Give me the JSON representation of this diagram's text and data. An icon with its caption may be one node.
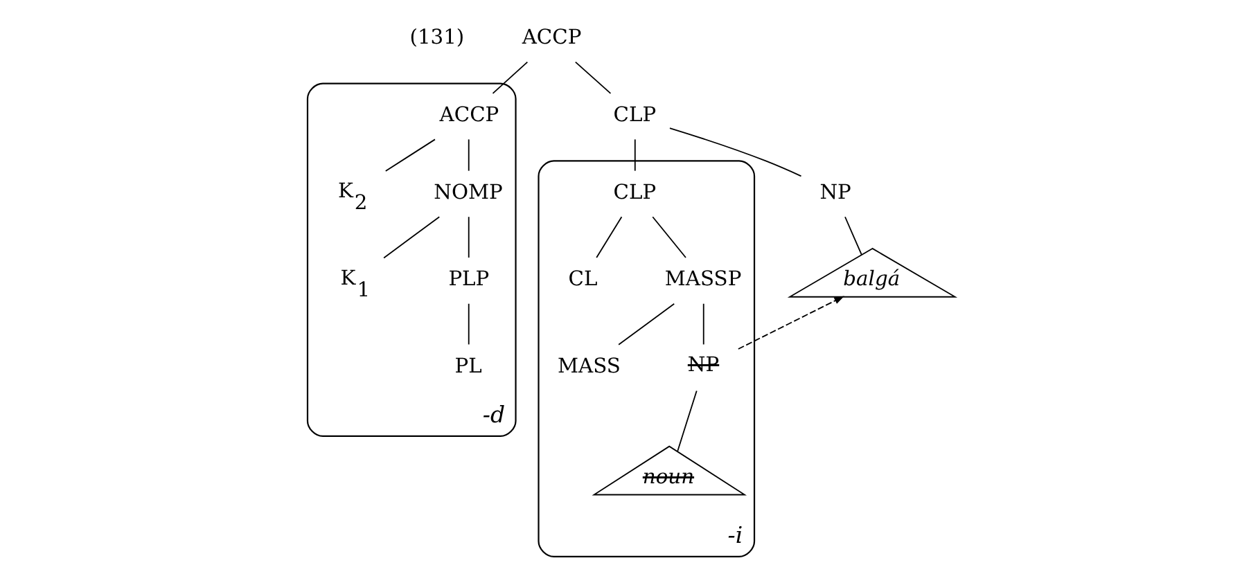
{
  "diagram": {
    "nodes": [
      {
        "text": [
          "ACCP"
        ]
      },
      {
        "text": [
          "CLP"
        ]
      },
      {
        "text": [
          "NP"
        ]
      },
      {
        "text": [
          "balgá"
        ]
      },
      {
        "text": [
          "-i"
        ]
      },
      {
        "text": [
          "CLP"
        ],
        "in": 4
      },
      {
        "text": [
          "CL"
        ],
        "in": 4
      },
      {
        "text": [
          "MASSP"
        ],
        "in": 4
      },
      {
        "text": [
          "MASS"
        ],
        "in": 4
      },
      {
        "text": [
          "NP"
        ],
        "in": 4
      },
      {
        "text": [
          "noun"
        ],
        "in": 4
      },
      {
        "text": [
          "-d"
        ]
      },
      {
        "text": [
          "ACCP"
        ],
        "in": 11
      },
      {
        "text": [
          "K$_{2}$"
        ],
        "in": 11
      },
      {
        "text": [
          "NOMP"
        ],
        "in": 11
      },
      {
        "text": [
          "K$_{1}$"
        ],
        "in": 11
      },
      {
        "text": [
          "PLP"
        ],
        "in": 11
      },
      {
        "text": [
          "PL"
        ],
        "in": 11
      }
    ],
    "edges": [
      {
        "from": 0,
        "to": 1,
        "arrow": "none"
      },
      {
        "from": 0,
        "to": 12,
        "arrow": "none"
      },
      {
        "from": 1,
        "to": 2,
        "arrow": "none"
      },
      {
        "from": 1,
        "to": 5,
        "arrow": "none"
      },
      {
        "from": 2,
        "to": 3,
        "arrow": "none"
      },
      {
        "from": 5,
        "to": 6,
        "arrow": "none"
      },
      {
        "from": 5,
        "to": 7,
        "arrow": "none"
      },
      {
        "from": 7,
        "to": 8,
        "arrow": "none"
      },
      {
        "from": 7,
        "to": 9,
        "arrow": "none"
      },
      {
        "from": 9,
        "to": 10,
        "arrow": "none"
      },
      {
        "from": 12,
        "to": 13,
        "arrow": "none"
      },
      {
        "from": 12,
        "to": 14,
        "arrow": "none"
      },
      {
        "from": 14,
        "to": 15,
        "arrow": "none"
      },
      {
        "from": 14,
        "to": 16,
        "arrow": "none"
      },
      {
        "from": 16,
        "to": 17,
        "arrow": "none"
      },
      {
        "from": 9,
        "to": 3,
        "arrow": "to",
        "style": "dashed"
      }
    ],
    "labels": [
      "(131)"
    ]
  }
}
